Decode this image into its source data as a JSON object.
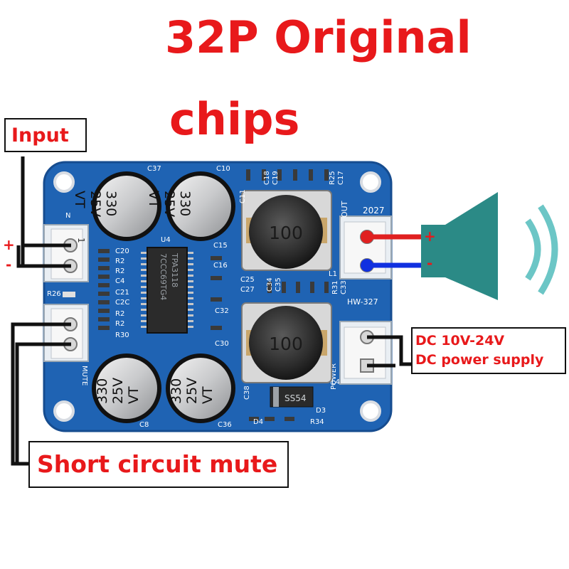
{
  "title": {
    "line1": "32P Original",
    "line2": "chips"
  },
  "labels": {
    "input": "Input",
    "mute": "Short circuit mute",
    "dc_line1": "DC 10V-24V",
    "dc_line2": "DC power supply"
  },
  "signs": {
    "input_plus": "+",
    "input_minus": "-",
    "speaker_plus": "+",
    "speaker_minus": "-"
  },
  "board": {
    "model": "HW-327",
    "chip": [
      "TPA3118",
      "7CCC69TG4"
    ],
    "capacitor_text": [
      "330",
      "25V",
      "VT"
    ],
    "inductor_value": "100",
    "diode_marking": "SS54",
    "power_header_label": "POWER",
    "mute_header_label": "MUTE",
    "out_label": "OUT",
    "out_year": "2027",
    "silkscreen": [
      "C37",
      "C10",
      "C18",
      "C19",
      "R25",
      "C17",
      "C11",
      "U4",
      "C15",
      "C20",
      "R2",
      "R2",
      "C4",
      "C21",
      "C2C",
      "R2",
      "R2",
      "R30",
      "R26",
      "C16",
      "C25",
      "C27",
      "C34",
      "C35",
      "R31",
      "C33",
      "L1",
      "C32",
      "C30",
      "L4",
      "C38",
      "C8",
      "C36",
      "D3",
      "D4",
      "R34",
      "N"
    ]
  },
  "colors": {
    "title": "#e8191b",
    "pcb": "#1f63b3",
    "speaker": "#2b8a86",
    "sound_waves": "#6cc6c6",
    "wire_black": "#111111",
    "wire_red": "#e02020",
    "wire_blue": "#1030e0"
  },
  "icons": [
    "speaker-icon",
    "sound-wave-icon"
  ]
}
